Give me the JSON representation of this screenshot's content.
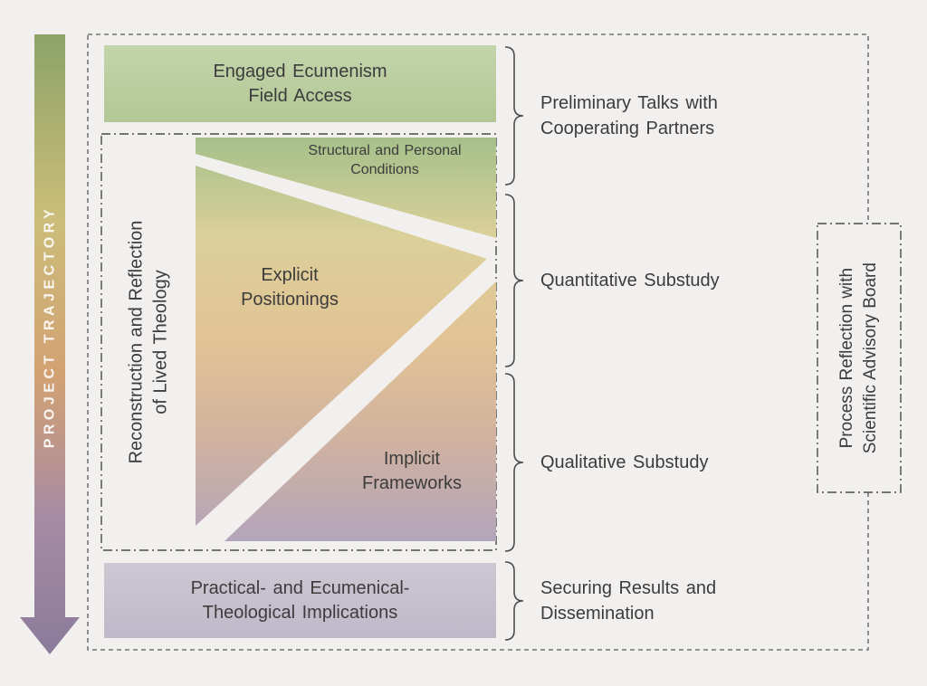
{
  "arrow": {
    "label": "PROJECT TRAJECTORY"
  },
  "phases": {
    "field_access": {
      "line1": "Engaged Ecumenism",
      "line2": "Field Access"
    },
    "implications": {
      "line1": "Practical- and Ecumenical-",
      "line2": "Theological Implications"
    }
  },
  "core": {
    "side_label": {
      "line1": "Reconstruction and Reflection",
      "line2": "of Lived Theology"
    },
    "structural": {
      "line1": "Structural and Personal",
      "line2": "Conditions"
    },
    "explicit": {
      "line1": "Explicit",
      "line2": "Positionings"
    },
    "implicit": {
      "line1": "Implicit",
      "line2": "Frameworks"
    }
  },
  "annotations": [
    {
      "line1": "Preliminary Talks with",
      "line2": "Cooperating Partners"
    },
    {
      "line1": "Quantitative Substudy",
      "line2": ""
    },
    {
      "line1": "Qualitative Substudy",
      "line2": ""
    },
    {
      "line1": "Securing Results and",
      "line2": "Dissemination"
    }
  ],
  "advisory": {
    "line1": "Process Reflection with",
    "line2": "Scientific Advisory Board"
  },
  "colors": {
    "background": "#f2f0ee",
    "arrow_green": "#8da468",
    "arrow_yellow": "#ccbd7a",
    "arrow_orange": "#d2a173",
    "arrow_purple": "#8a7b9b",
    "box_green": "#b8cc9e",
    "box_purple": "#c6bfcd",
    "text": "#3d3c3c"
  }
}
